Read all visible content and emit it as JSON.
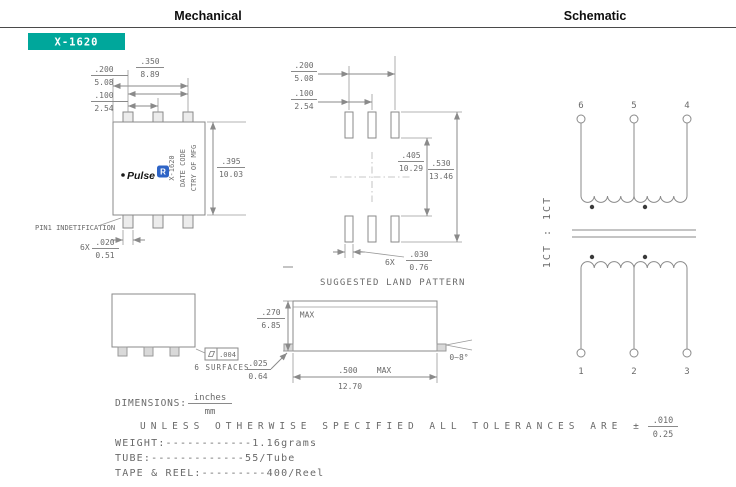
{
  "header": {
    "mechanical_title": "Mechanical",
    "schematic_title": "Schematic",
    "part_number": "X-1620",
    "accent_color": "#00A79B"
  },
  "package_marking": {
    "logo_text": "Pulse",
    "logo_r": "R",
    "logo_r_color": "#2E64C6",
    "line1": "X-1620",
    "line2": "DATE CODE",
    "line3": "CTRY OF MFG"
  },
  "mech_dims": {
    "d350": {
      "in": ".350",
      "mm": "8.89"
    },
    "d200": {
      "in": ".200",
      "mm": "5.08"
    },
    "d100": {
      "in": ".100",
      "mm": "2.54"
    },
    "d395": {
      "in": ".395",
      "mm": "10.03"
    },
    "pin1_note": "PIN1 INDETIFICATION",
    "qty6x": "6X",
    "d020": {
      "in": ".020",
      "mm": "0.51"
    }
  },
  "land_pattern": {
    "d200": {
      "in": ".200",
      "mm": "5.08"
    },
    "d100": {
      "in": ".100",
      "mm": "2.54"
    },
    "d405": {
      "in": ".405",
      "mm": "10.29"
    },
    "d530": {
      "in": ".530",
      "mm": "13.46"
    },
    "qty6x": "6X",
    "d030": {
      "in": ".030",
      "mm": "0.76"
    },
    "caption": "SUGGESTED LAND PATTERN"
  },
  "side_views": {
    "flatness": ".004",
    "surfaces_note": "6 SURFACES",
    "d270": {
      "in": ".270",
      "mm": "6.85"
    },
    "max_height": "MAX",
    "d025": {
      "in": ".025",
      "mm": "0.64"
    },
    "d500": {
      "in": ".500",
      "mm": "12.70"
    },
    "max_length": "MAX",
    "angle": "0~8°"
  },
  "notes": {
    "dimensions_label": "DIMENSIONS:",
    "units_top": "inches",
    "units_bottom": "mm",
    "tolerance_text": "UNLESS OTHERWISE SPECIFIED ALL TOLERANCES ARE ±",
    "tol_in": ".010",
    "tol_mm": "0.25",
    "weight_line": "WEIGHT:------------1.16grams",
    "tube_line": "TUBE:-------------55/Tube",
    "tape_reel_line": "TAPE & REEL:---------400/Reel"
  },
  "schematic": {
    "top_pins": [
      "6",
      "5",
      "4"
    ],
    "bottom_pins": [
      "1",
      "2",
      "3"
    ],
    "ratio": "1CT : 1CT"
  }
}
